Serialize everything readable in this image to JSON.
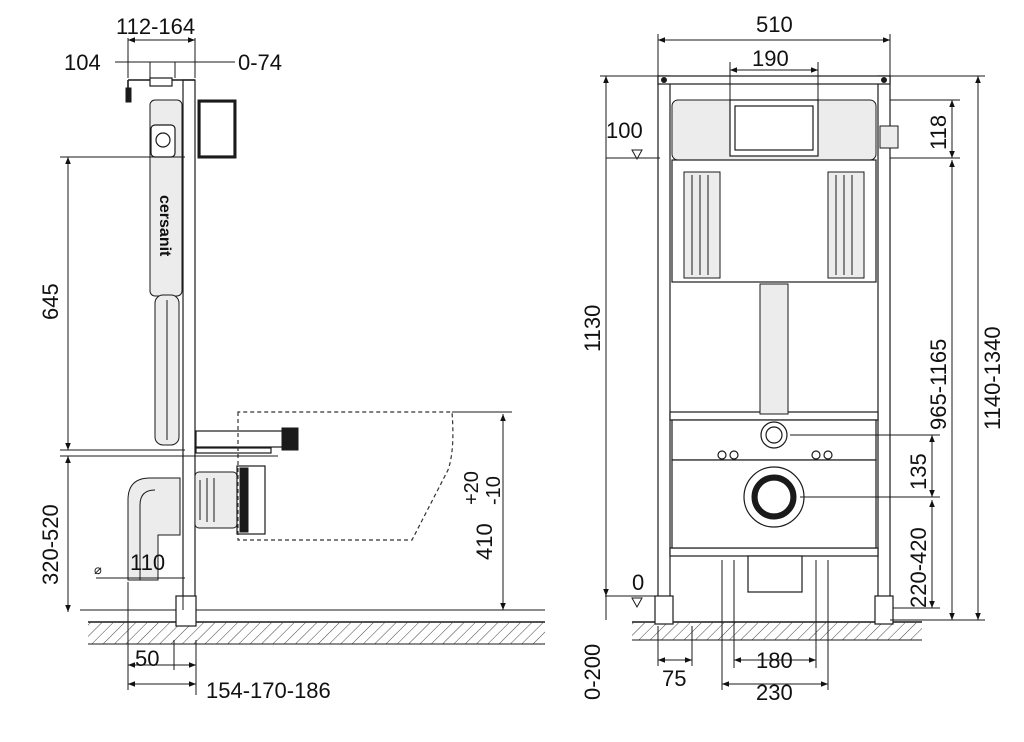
{
  "side_view": {
    "dim_top_total": "112-164",
    "dim_top_left": "104",
    "dim_top_right": "0-74",
    "dim_vertical_upper": "645",
    "dim_vertical_lower": "320-520",
    "dim_diameter_symbol": "⌀",
    "dim_pipe_diameter": "110",
    "dim_bottom_50": "50",
    "dim_bottom_depth": "154-170-186",
    "dim_bowl_height_base": "410",
    "dim_bowl_tol_plus": "+20",
    "dim_bowl_tol_minus": "-10",
    "brand_label": "cersanit"
  },
  "front_view": {
    "dim_width": "510",
    "dim_button_width": "190",
    "dim_level_100": "100",
    "dim_button_height": "118",
    "dim_height_1130": "1130",
    "dim_height_965_1165": "965-1165",
    "dim_height_1140_1340": "1140-1340",
    "dim_outlet_spacing": "135",
    "dim_outlet_height": "220-420",
    "dim_level_0": "0",
    "dim_foot_range": "0-200",
    "dim_foot_width": "75",
    "dim_bolts_180": "180",
    "dim_bolts_230": "230"
  }
}
